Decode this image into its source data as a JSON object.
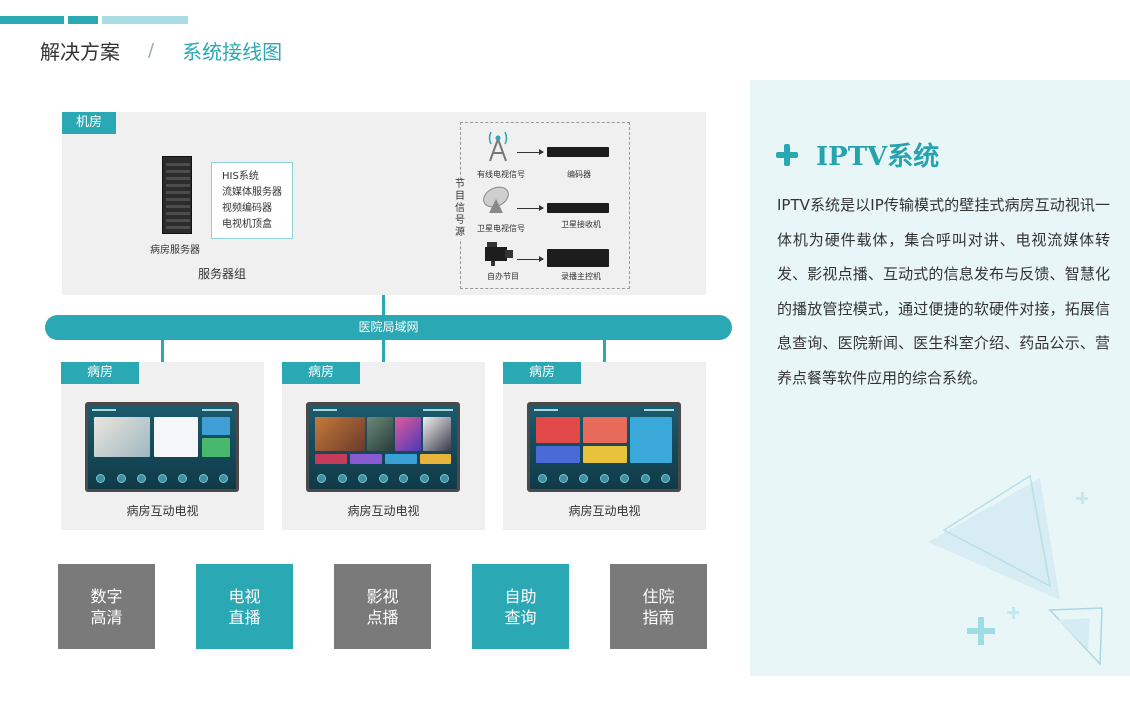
{
  "header": {
    "title": "解决方案",
    "separator": "/",
    "subtitle": "系统接线图"
  },
  "machine_room": {
    "tag": "机房",
    "server_label": "病房服务器",
    "server_items": [
      "HIS系统",
      "流媒体服务器",
      "视频编码器",
      "电视机顶盒"
    ],
    "server_group": "服务器组",
    "source_label": "节目信号源",
    "sources": [
      {
        "name": "有线电视信号",
        "device": "编码器"
      },
      {
        "name": "卫星电视信号",
        "device": "卫星接收机"
      },
      {
        "name": "自办节目",
        "device": "录播主控机"
      }
    ]
  },
  "network": {
    "label": "医院局域网"
  },
  "wards": [
    {
      "tag": "病房",
      "caption": "病房互动电视"
    },
    {
      "tag": "病房",
      "caption": "病房互动电视"
    },
    {
      "tag": "病房",
      "caption": "病房互动电视"
    }
  ],
  "features": [
    {
      "line1": "数字",
      "line2": "高清",
      "style": "gray"
    },
    {
      "line1": "电视",
      "line2": "直播",
      "style": "teal"
    },
    {
      "line1": "影视",
      "line2": "点播",
      "style": "gray"
    },
    {
      "line1": "自助",
      "line2": "查询",
      "style": "teal"
    },
    {
      "line1": "住院",
      "line2": "指南",
      "style": "gray"
    }
  ],
  "panel": {
    "title": "IPTV系统",
    "body": "IPTV系统是以IP传输模式的壁挂式病房互动视讯一体机为硬件载体，集合呼叫对讲、电视流媒体转发、影视点播、互动式的信息发布与反馈、智慧化的播放管控模式，通过便捷的软硬件对接，拓展信息查询、医院新闻、医生科室介绍、药品公示、营养点餐等软件应用的综合系统。"
  },
  "colors": {
    "accent": "#2aa8b4",
    "gray": "#7a7a7a",
    "panel_bg": "#e9f6f8",
    "room_bg": "#f0f0f0"
  }
}
